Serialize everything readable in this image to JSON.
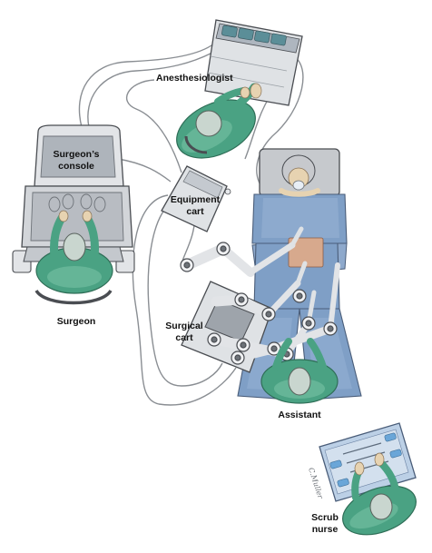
{
  "labels": {
    "anesthesiologist": "Anesthesiologist",
    "surgeons_console_line1": "Surgeon’s",
    "surgeons_console_line2": "console",
    "equipment_cart_line1": "Equipment",
    "equipment_cart_line2": "cart",
    "surgeon": "Surgeon",
    "surgical_cart_line1": "Surgical",
    "surgical_cart_line2": "cart",
    "assistant": "Assistant",
    "scrub_nurse_line1": "Scrub",
    "scrub_nurse_line2": "nurse"
  },
  "signature": "C.Muller",
  "colors": {
    "gown_green": "#4aa283",
    "gown_light": "#7cc5a8",
    "cart_gray": "#c9ccd0",
    "console_gray": "#b8bcc2",
    "drape_blue": "#7f9fc6",
    "drape_light": "#9cb6d6",
    "skin": "#e7d3b1",
    "cable_gray": "#808489",
    "outline": "#4a4d52"
  }
}
